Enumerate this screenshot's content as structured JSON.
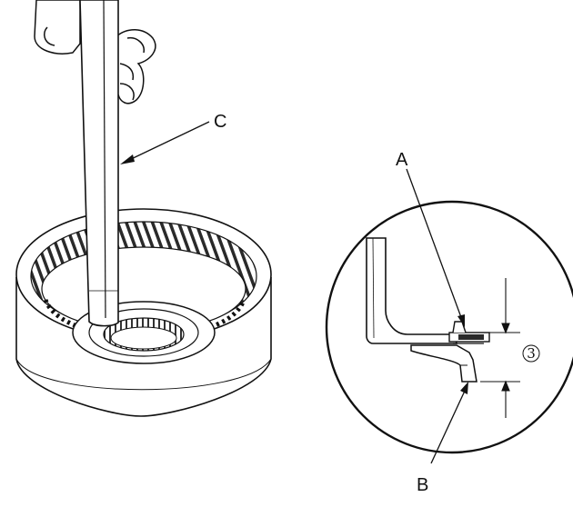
{
  "labels": {
    "tool": "C",
    "part_a": "A",
    "part_b": "B",
    "dimension": "3"
  },
  "colors": {
    "line": "#111111",
    "shade": "#d9d9d9",
    "gear_dark": "#2a2a2a",
    "background": "#ffffff"
  }
}
